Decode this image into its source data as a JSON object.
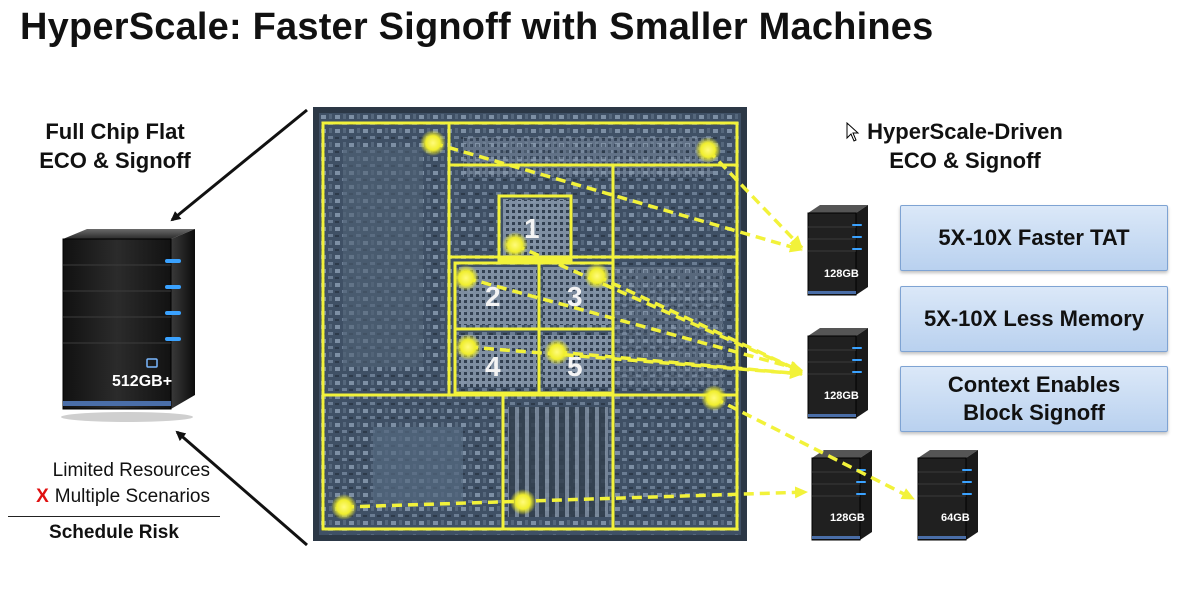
{
  "title": "HyperScale: Faster Signoff with Smaller Machines",
  "left_heading": {
    "line1": "Full Chip Flat",
    "line2": "ECO & Signoff"
  },
  "right_heading": {
    "line1": "HyperScale-Driven",
    "line2": "ECO & Signoff"
  },
  "big_server_label": "512GB+",
  "risk": {
    "line1": "Limited Resources",
    "x_mark": "X",
    "line2": "Multiple Scenarios",
    "result": "Schedule Risk"
  },
  "block_numbers": [
    "1",
    "2",
    "3",
    "4",
    "5"
  ],
  "servers": [
    "128GB",
    "128GB",
    "128GB",
    "64GB"
  ],
  "benefits": [
    "5X-10X Faster TAT",
    "5X-10X Less Memory",
    "Context Enables",
    "Block Signoff"
  ],
  "colors": {
    "highlight": "#f2f23a",
    "chip": "#3d4d61",
    "benefit_fill": "#c9dcf3"
  }
}
